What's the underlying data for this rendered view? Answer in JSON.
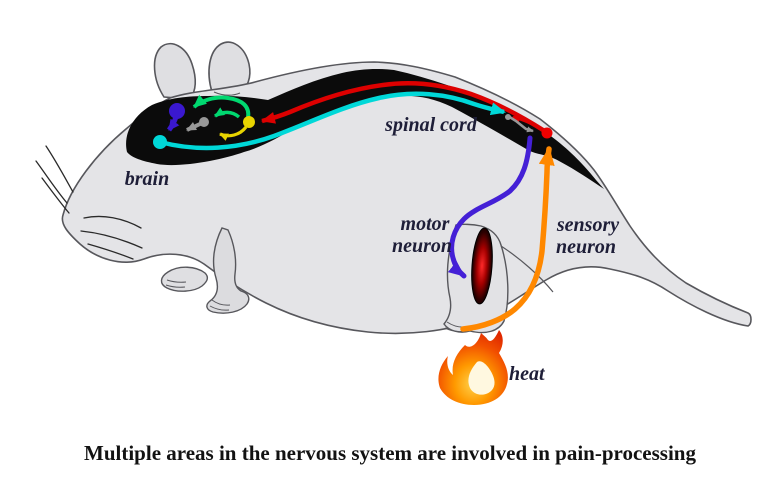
{
  "diagram": {
    "labels": {
      "brain": "brain",
      "spinal_cord": "spinal cord",
      "motor_line1": "motor",
      "motor_line2": "neuron",
      "sensory_line1": "sensory",
      "sensory_line2": "neuron",
      "heat": "heat"
    },
    "caption": "Multiple areas in the nervous system are involved in pain-processing",
    "icons": {
      "heat_source": "flame-icon"
    },
    "colors": {
      "body_fill": "#e4e4e7",
      "leg_fill": "#dcdcdf",
      "body_outline": "#57575c",
      "nervous_tissue": "#0b0b0b",
      "ascending_red": "#dd0000",
      "descending_cyan": "#00d8d8",
      "loop_green": "#00d870",
      "loop_yellow": "#e8d400",
      "interneuron_gray": "#989898",
      "motor_blue": "#4420d6",
      "sensory_orange": "#ff8800",
      "neuron_node_blue": "#3a18cf",
      "projection_node_red": "#ee0000",
      "flame_orange": "#ff7700",
      "label_text": "#1e1e38",
      "caption_text": "#121212"
    }
  }
}
